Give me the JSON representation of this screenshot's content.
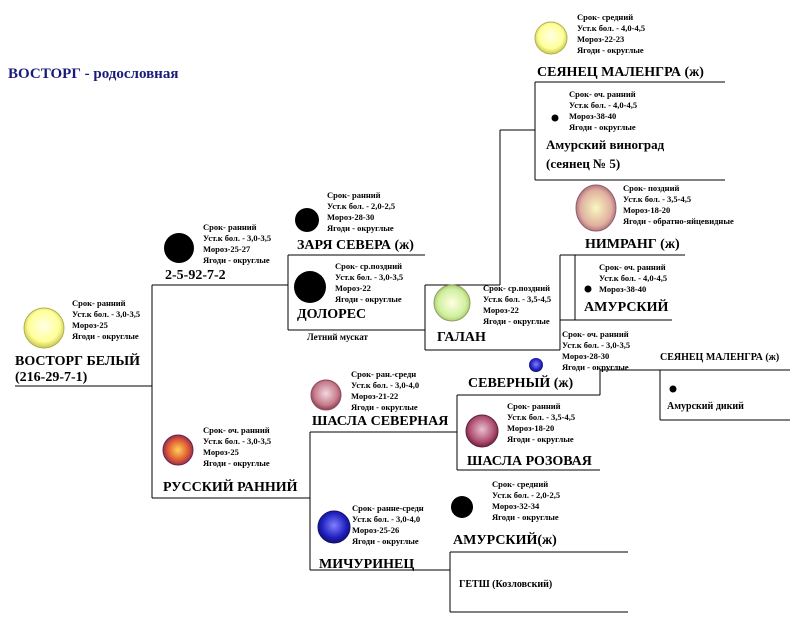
{
  "title": {
    "variety": "ВОСТОРГ",
    "separator": " - ",
    "rest": "родословная"
  },
  "nodes": {
    "vostorg_bely": {
      "name": "ВОСТОРГ БЕЛЫЙ",
      "code": "(216-29-7-1)",
      "info": [
        "Срок- ранний",
        "Уст.к бол. - 3,0-3,5",
        "Мороз-25",
        "Ягоди - округлые"
      ]
    },
    "n2592": {
      "name": "2-5-92-7-2",
      "info": [
        "Срок- ранний",
        "Уст.к бол. - 3,0-3,5",
        "Мороз-25-27",
        "Ягоди - округлые"
      ]
    },
    "zarya_severa": {
      "name": "ЗАРЯ СЕВЕРА (ж)",
      "info": [
        "Срок- ранний",
        "Уст.к бол. - 2,0-2,5",
        "Мороз-28-30",
        "Ягоди - округлые"
      ]
    },
    "dolores": {
      "name": "ДОЛОРЕС",
      "info": [
        "Срок- ср.поздний",
        "Уст.к бол. - 3,0-3,5",
        "Мороз-22",
        "Ягоди - округлые"
      ]
    },
    "letnij_muskat": {
      "name": "Летний мускат"
    },
    "galan": {
      "name": "ГАЛАН",
      "info": [
        "Срок- ср.поздний",
        "Уст.к бол. - 3,5-4,5",
        "Мороз-22",
        "Ягоди - округлые"
      ]
    },
    "nimrang": {
      "name": "НИМРАНГ (ж)",
      "info": [
        "Срок- поздний",
        "Уст.к бол. - 3,5-4,5",
        "Мороз-18-20",
        "Ягоди - обратно-яйцевидные"
      ]
    },
    "amursky_top": {
      "name": "АМУРСКИЙ",
      "info": [
        "Срок- оч. ранний",
        "Уст.к бол. - 4,0-4,5",
        "Мороз-38-40"
      ]
    },
    "seyanets_malengra_top": {
      "name": "СЕЯНЕЦ МАЛЕНГРА (ж)",
      "info": [
        "Срок- средний",
        "Уст.к бол. - 4,0-4,5",
        "Мороз-22-23",
        "Ягоди - округлые"
      ]
    },
    "amursky_vinograd": {
      "name": "Амурский виноград",
      "code": "(сеянец № 5)",
      "info": [
        "Срок- оч. ранний",
        "Уст.к бол. - 4,0-4,5",
        "Мороз-38-40",
        "Ягоди - округлые"
      ]
    },
    "severny": {
      "name": "СЕВЕРНЫЙ (ж)",
      "info": [
        "Срок- оч. ранний",
        "Уст.к бол. - 3,0-3,5",
        "Мороз-28-30",
        "Ягоди - округлые"
      ]
    },
    "seyanets_malengra_small": {
      "name": "СЕЯНЕЦ МАЛЕНГРА (ж)"
    },
    "amursky_diky": {
      "name": "Амурский дикий"
    },
    "shasla_severnaya": {
      "name": "ШАСЛА СЕВЕРНАЯ",
      "info": [
        "Срок- ран.-средн",
        "Уст.к бол. - 3,0-4,0",
        "Мороз-21-22",
        "Ягоди - округлые"
      ]
    },
    "shasla_rozovaya": {
      "name": "ШАСЛА РОЗОВАЯ",
      "info": [
        "Срок- ранний",
        "Уст.к бол. - 3,5-4,5",
        "Мороз-18-20",
        "Ягоди - округлые"
      ]
    },
    "russky_ranny": {
      "name": "РУССКИЙ РАННИЙ",
      "info": [
        "Срок- оч. ранний",
        "Уст.к бол. - 3,0-3,5",
        "Мороз-25",
        "Ягоди - округлые"
      ]
    },
    "amursky_zh": {
      "name": "АМУРСКИЙ(ж)",
      "info": [
        "Срок- средний",
        "Уст.к бол. - 2,0-2,5",
        "Мороз-32-34",
        "Ягоди - округлые"
      ]
    },
    "michurinets": {
      "name": "МИЧУРИНЕЦ",
      "info": [
        "Срок- ранне-средн",
        "Уст.к бол. - 3,0-4,0",
        "Мороз-25-26",
        "Ягоди - округлые"
      ]
    },
    "getsh": {
      "name": "ГЕТШ (Козловский)"
    }
  },
  "colors": {
    "title": "#1a1a7a",
    "white_berry": "#ffff99",
    "black_berry": "#000000",
    "pink_berry": "#c87b8c",
    "navy_berry": "#1f1fb0",
    "orange_berry": "#e06030"
  }
}
